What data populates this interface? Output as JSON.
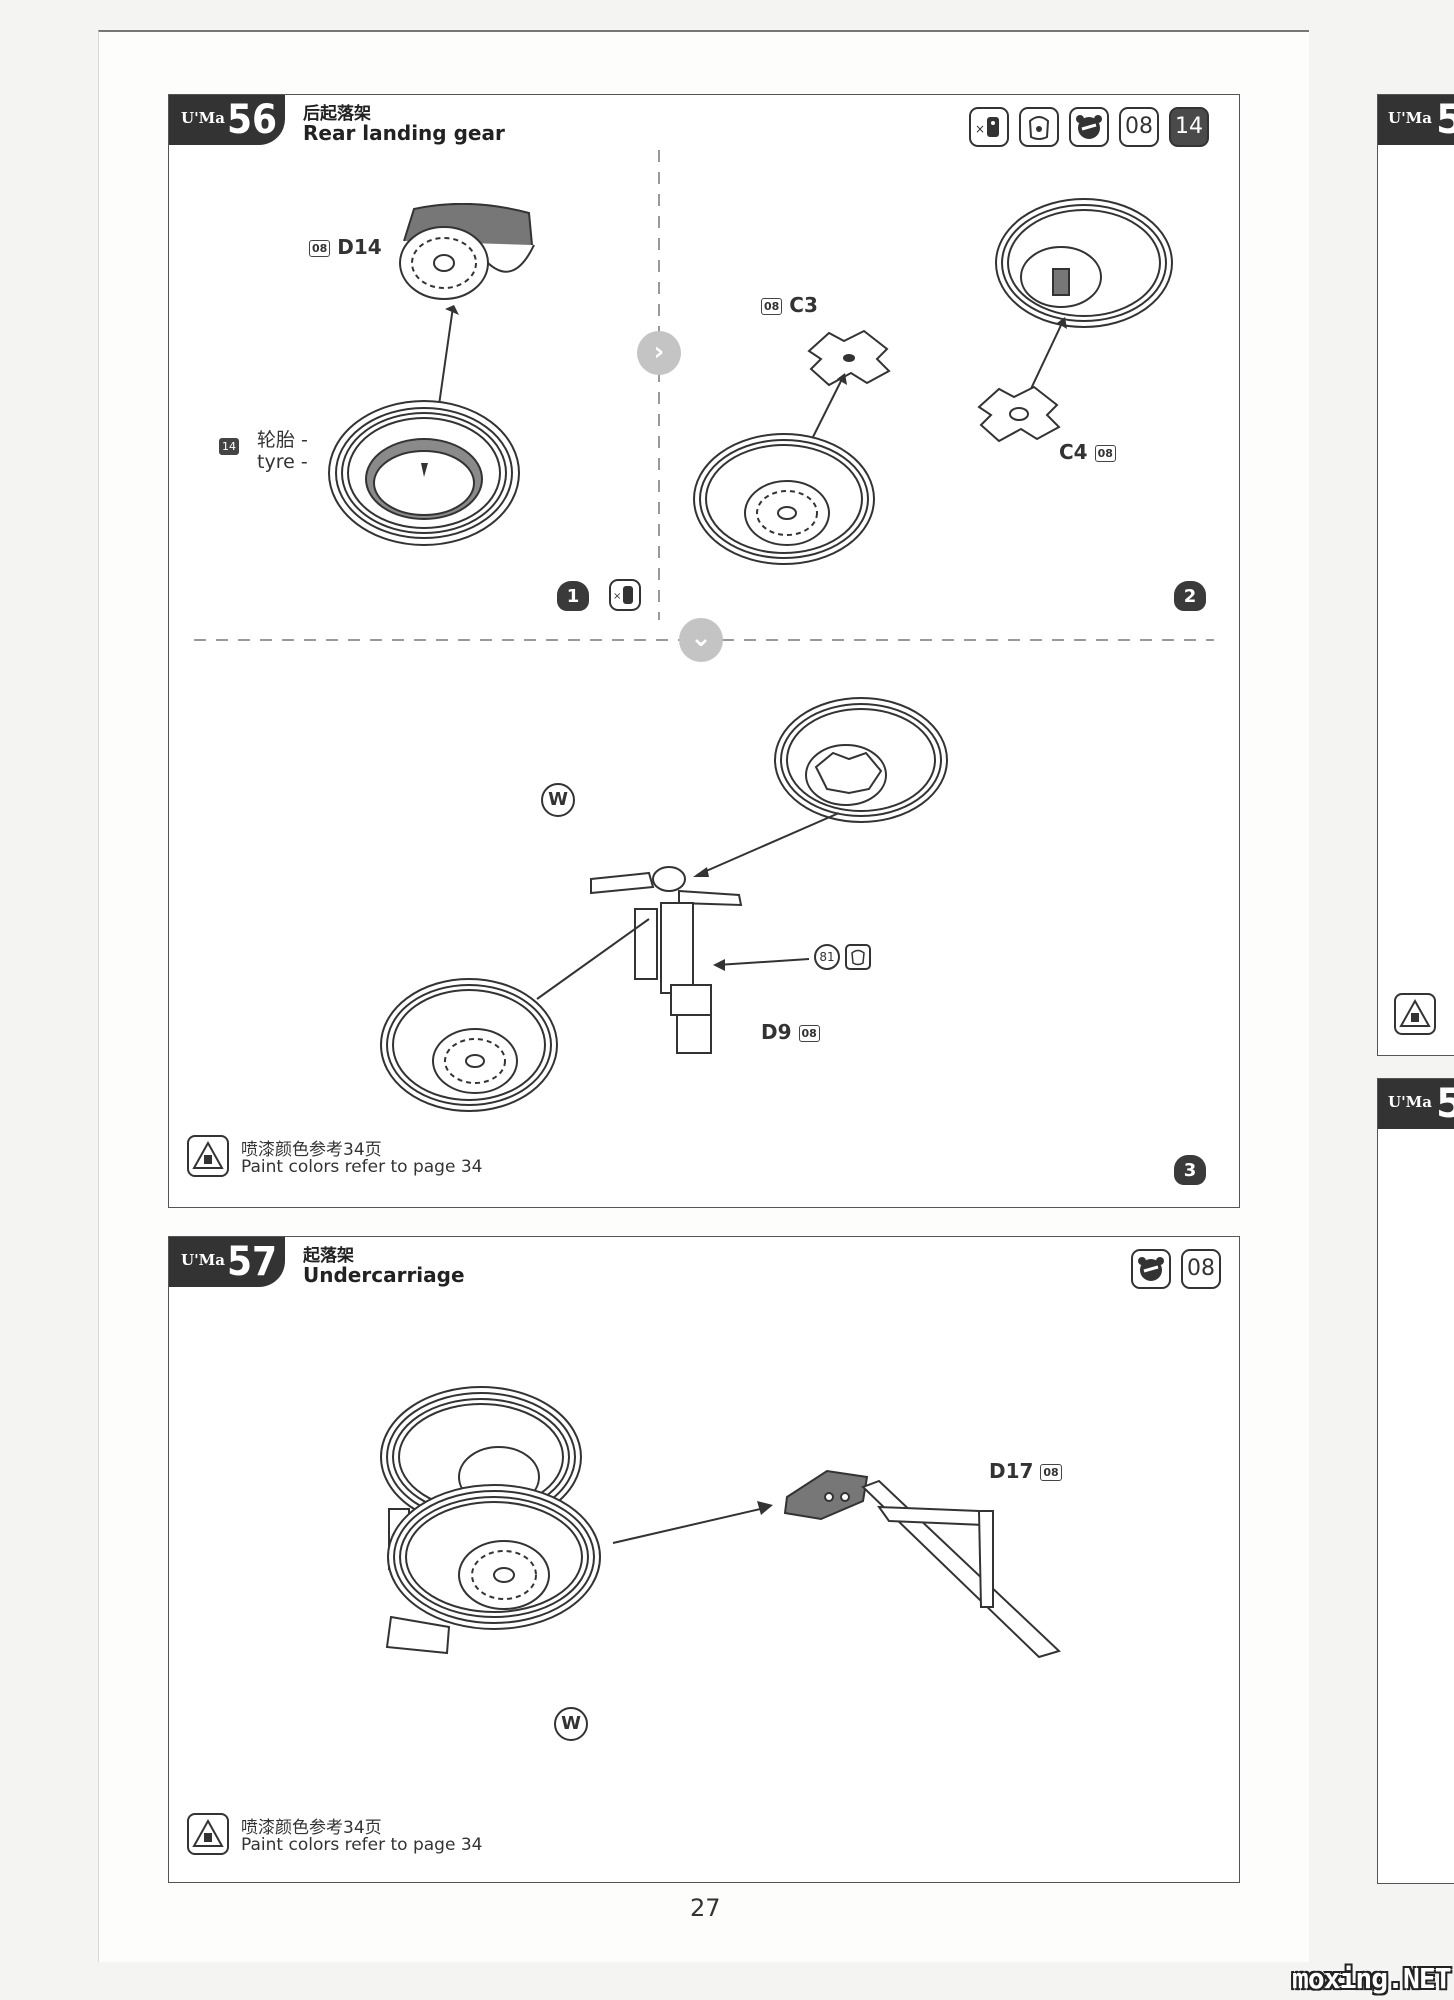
{
  "page_number": "27",
  "watermark": "moxing.NET",
  "brand": "U'Ma",
  "step56": {
    "number": "56",
    "title_cn": "后起落架",
    "title_en": "Rear landing gear",
    "badges": [
      "08",
      "14"
    ],
    "parts": {
      "d14": {
        "box": "08",
        "label": "D14"
      },
      "tyre": {
        "box": "14",
        "label_cn": "轮胎 -",
        "label_en": "tyre -"
      },
      "c3": {
        "box": "08",
        "label": "C3"
      },
      "c4": {
        "label": "C4",
        "box": "08"
      },
      "d9": {
        "label": "D9",
        "box": "08"
      },
      "callout_81": "81"
    },
    "substeps": [
      "1",
      "2",
      "3"
    ],
    "white_marker": "W",
    "note_cn": "喷漆颜色参考34页",
    "note_en": "Paint colors refer to page 34"
  },
  "step57": {
    "number": "57",
    "title_cn": "起落架",
    "title_en": "Undercarriage",
    "badges": [
      "08"
    ],
    "parts": {
      "d17": {
        "label": "D17",
        "box": "08"
      }
    },
    "white_marker": "W",
    "note_cn": "喷漆颜色参考34页",
    "note_en": "Paint colors refer to page 34"
  },
  "side_panels": [
    {
      "number": "5"
    },
    {
      "number": "5"
    }
  ]
}
